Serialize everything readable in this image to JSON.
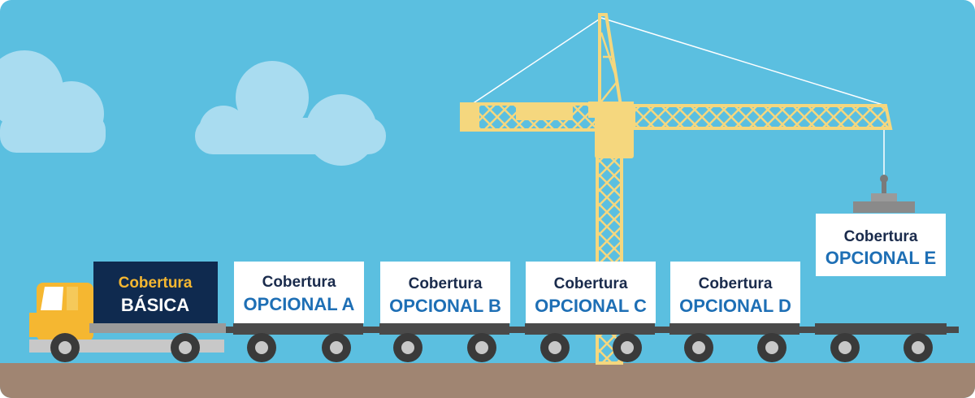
{
  "colors": {
    "sky": "#5bbfe0",
    "ground": "#a08572",
    "cloud": "#a9dcf0",
    "crane": "#f5d77e",
    "truck_cab": "#f5b731",
    "navy": "#0f2a4f",
    "gold_text": "#f5b731",
    "blue_text": "#1e6fb5",
    "dark_text": "#1a2b4c",
    "chassis": "#4a4a4a",
    "wheel": "#3a3a3a",
    "hub": "#c8c8c8"
  },
  "boxes": {
    "basica": {
      "line1": "Cobertura",
      "line2": "BÁSICA"
    },
    "a": {
      "line1": "Cobertura",
      "line2": "OPCIONAL A"
    },
    "b": {
      "line1": "Cobertura",
      "line2": "OPCIONAL B"
    },
    "c": {
      "line1": "Cobertura",
      "line2": "OPCIONAL C"
    },
    "d": {
      "line1": "Cobertura",
      "line2": "OPCIONAL D"
    },
    "e": {
      "line1": "Cobertura",
      "line2": "OPCIONAL E"
    }
  }
}
